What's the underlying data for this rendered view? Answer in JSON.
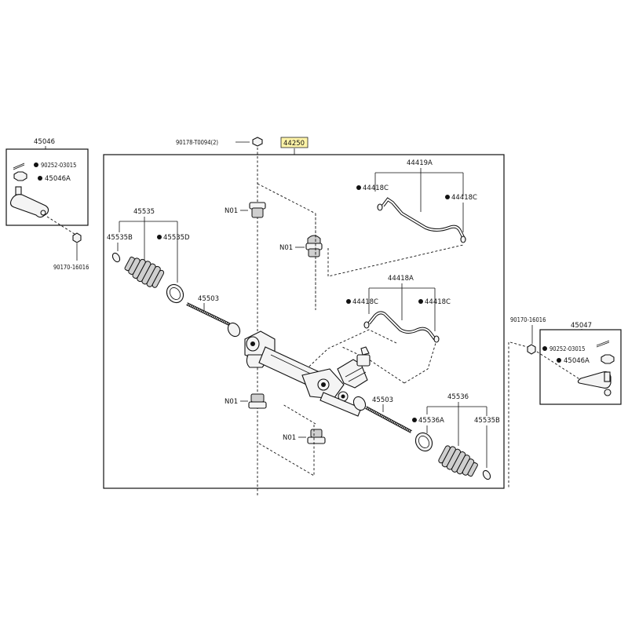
{
  "diagram": {
    "main_assembly": {
      "part_no": "44250",
      "highlight_color": "#fff4a8"
    },
    "callouts": {
      "p90178": "90178-T0094(2)",
      "p45046": "45046",
      "p90252_left": "90252-03015",
      "p45046A_left": "45046A",
      "p90170_left": "90170-16016",
      "p45535": "45535",
      "p45535B_left": "45535B",
      "p45535D": "45535D",
      "p45503_left": "45503",
      "n01_top1": "N01",
      "n01_top2": "N01",
      "n01_bot1": "N01",
      "n01_bot2": "N01",
      "p44419A": "44419A",
      "p44418C_1": "44418C",
      "p44418C_2": "44418C",
      "p44418A": "44418A",
      "p44418C_3": "44418C",
      "p44418C_4": "44418C",
      "p45503_right": "45503",
      "p45536": "45536",
      "p45536A": "45536A",
      "p45535B_right": "45535B",
      "p90170_right": "90170-16016",
      "p45047": "45047",
      "p90252_right": "90252-03015",
      "p45046A_right": "45046A"
    }
  }
}
